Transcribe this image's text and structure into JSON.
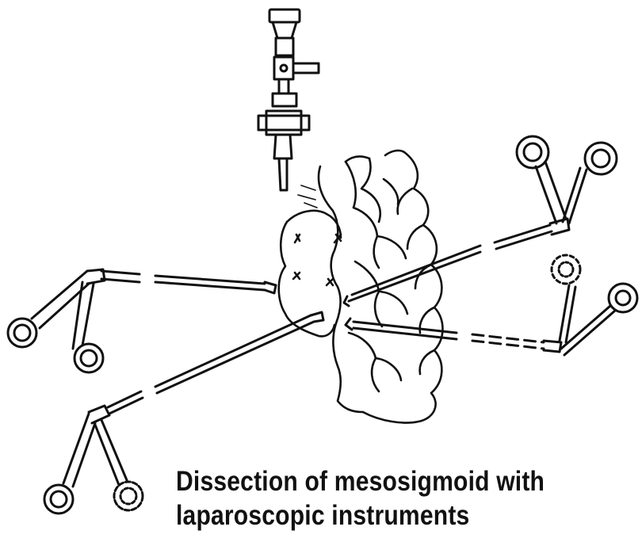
{
  "caption": {
    "line1": "Dissection of mesosigmoid with",
    "line2": "laparoscopic instruments"
  },
  "colors": {
    "ink": "#111111",
    "paper": "#ffffff"
  },
  "icons": [
    "laparoscope-icon",
    "colon-illustration",
    "grasper-instrument-icon"
  ]
}
